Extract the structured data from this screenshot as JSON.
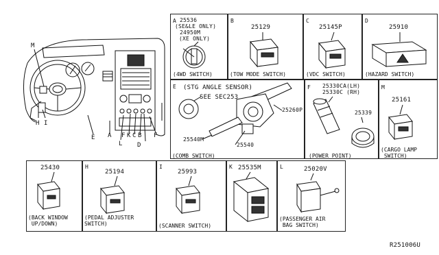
{
  "dashboard": {
    "callouts": [
      "M",
      "H",
      "I",
      "E",
      "A",
      "L",
      "F",
      "K",
      "C",
      "B",
      "D",
      "F"
    ]
  },
  "panels": {
    "A": {
      "letter": "A",
      "part1": "25536",
      "note1": "(SE&LE ONLY)",
      "part2": "24950M",
      "note2": "(XE ONLY)",
      "caption": "(4WD SWITCH)"
    },
    "B": {
      "letter": "B",
      "part": "25129",
      "caption": "(TOW MODE SWITCH)"
    },
    "C": {
      "letter": "C",
      "part": "25145P",
      "caption": "(VDC SWITCH)"
    },
    "D": {
      "letter": "D",
      "part": "25910",
      "caption": "(HAZARD SWITCH)"
    },
    "E": {
      "letter": "E",
      "title": "(STG ANGLE SENSOR)",
      "see": "SEE SEC253",
      "part_a": "25260P",
      "part_b": "25540M",
      "part_c": "25540",
      "caption": "(COMB SWITCH)"
    },
    "F": {
      "letter": "F",
      "part1": "25330CA(LH)",
      "part2": "25330C  (RH)",
      "part3": "25339",
      "caption": "(POWER POINT)"
    },
    "M": {
      "letter": "M",
      "part": "25161",
      "caption": "(CARGO LAMP\n SWITCH)"
    },
    "G": {
      "part": "25430",
      "caption": "(BACK WINDOW\n UP/DOWN)"
    },
    "H": {
      "letter": "H",
      "part": "25194",
      "caption": "(PEDAL ADJUSTER\nSWITCH)"
    },
    "I": {
      "letter": "I",
      "part": "25993",
      "caption": "(SCANNER SWITCH)"
    },
    "K": {
      "letter": "K",
      "part": "25535M"
    },
    "L": {
      "letter": "L",
      "part": "25020V",
      "caption": "(PASSENGER AIR\n BAG SWITCH)"
    }
  },
  "ref_code": "R251006U"
}
